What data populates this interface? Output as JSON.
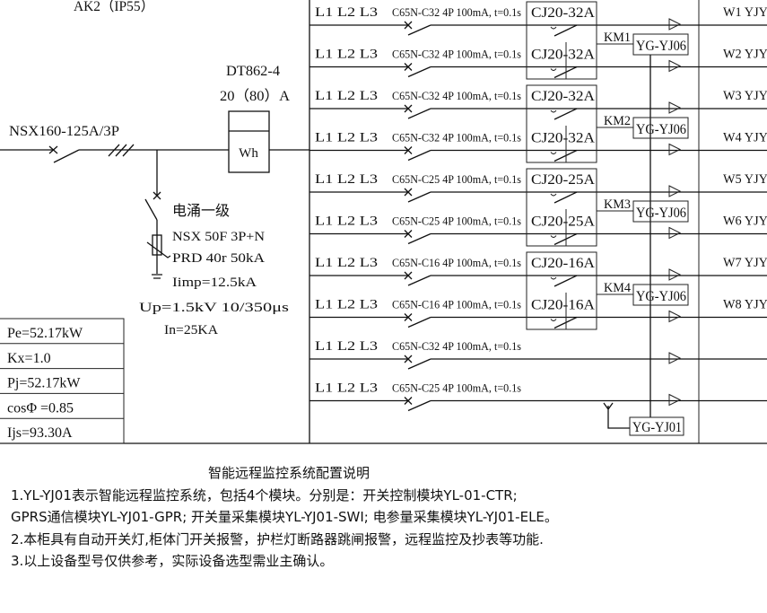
{
  "header": {
    "title": "AK2（IP55）"
  },
  "incoming": {
    "breaker": "NSX160-125A/3P",
    "meter_model": "DT862-4",
    "meter_rating": "20（80）A",
    "meter_symbol": "Wh"
  },
  "spd": {
    "label": "电涌一级",
    "breaker": "NSX 50F 3P+N",
    "arrester": "PRD 40r 50kA",
    "iimp": "Iimp=12.5kA",
    "up": "Up=1.5kV  10/350μs",
    "in": "In=25KA"
  },
  "load_table": [
    "Pe=52.17kW",
    "Kx=1.0",
    "Pj=52.17kW",
    "cosΦ =0.85",
    "Ijs=93.30A"
  ],
  "branches": [
    {
      "phases": "L1 L2 L3",
      "breaker": "C65N-C32 4P 100mA, t=0.1s",
      "contactor": "CJ20-32A",
      "circuit": "W1 YJY"
    },
    {
      "phases": "L1 L2 L3",
      "breaker": "C65N-C32 4P 100mA, t=0.1s",
      "contactor": "CJ20-32A",
      "circuit": "W2 YJY"
    },
    {
      "phases": "L1 L2 L3",
      "breaker": "C65N-C32 4P 100mA, t=0.1s",
      "contactor": "CJ20-32A",
      "circuit": "W3 YJY"
    },
    {
      "phases": "L1 L2 L3",
      "breaker": "C65N-C32 4P 100mA, t=0.1s",
      "contactor": "CJ20-32A",
      "circuit": "W4 YJY"
    },
    {
      "phases": "L1 L2 L3",
      "breaker": "C65N-C25 4P 100mA, t=0.1s",
      "contactor": "CJ20-25A",
      "circuit": "W5 YJY"
    },
    {
      "phases": "L1 L2 L3",
      "breaker": "C65N-C25 4P 100mA, t=0.1s",
      "contactor": "CJ20-25A",
      "circuit": "W6 YJY"
    },
    {
      "phases": "L1 L2 L3",
      "breaker": "C65N-C16 4P 100mA, t=0.1s",
      "contactor": "CJ20-16A",
      "circuit": "W7 YJY"
    },
    {
      "phases": "L1 L2 L3",
      "breaker": "C65N-C16 4P 100mA, t=0.1s",
      "contactor": "CJ20-16A",
      "circuit": "W8 YJY"
    },
    {
      "phases": "L1 L2 L3",
      "breaker": "C65N-C32 4P 100mA, t=0.1s",
      "contactor": null,
      "circuit": null
    },
    {
      "phases": "L1 L2 L3",
      "breaker": "C65N-C25 4P 100mA, t=0.1s",
      "contactor": null,
      "circuit": null
    }
  ],
  "modules": [
    {
      "km": "KM1",
      "device": "YG-YJ06"
    },
    {
      "km": "KM2",
      "device": "YG-YJ06"
    },
    {
      "km": "KM3",
      "device": "YG-YJ06"
    },
    {
      "km": "KM4",
      "device": "YG-YJ06"
    }
  ],
  "remote": {
    "device": "YG-YJ01"
  },
  "notes": {
    "title": "智能远程监控系统配置说明",
    "lines": [
      "1.YL-YJ01表示智能远程监控系统，包括4个模块。分别是：开关控制模块YL-01-CTR;",
      "GPRS通信模块YL-YJ01-GPR; 开关量采集模块YL-YJ01-SWI; 电参量采集模块YL-YJ01-ELE。",
      "2.本柜具有自动开关灯,柜体门开关报警，护栏灯断路器跳闸报警，远程监控及抄表等功能.",
      "3.以上设备型号仅供参考，实际设备选型需业主确认。"
    ]
  }
}
